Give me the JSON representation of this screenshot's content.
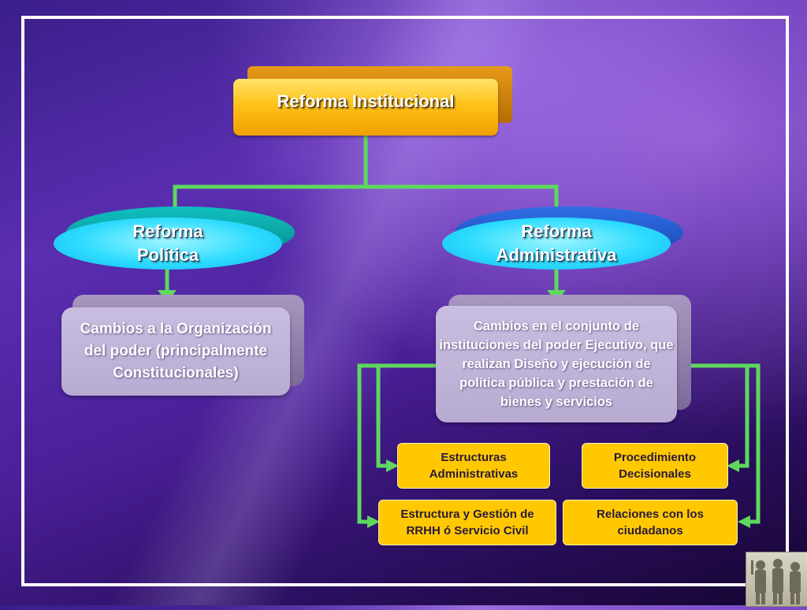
{
  "diagram": {
    "root": {
      "label": "Reforma Institucional"
    },
    "branches": {
      "politica": {
        "label": "Reforma\nPolítica",
        "detail": "Cambios a la Organización del poder (principalmente Constitucionales)"
      },
      "administrativa": {
        "label": "Reforma\nAdministrativa",
        "detail": "Cambios en el conjunto de instituciones del poder Ejecutivo, que realizan Diseño y ejecución de política pública y prestación de bienes y servicios"
      }
    },
    "components": {
      "estructuras": "Estructuras Administrativas",
      "procedimiento": "Procedimiento Decisionales",
      "rrhh": "Estructura y Gestión de RRHH ó Servicio Civil",
      "relaciones": "Relaciones con los ciudadanos"
    }
  },
  "colors": {
    "root_fill": "#ffc21a",
    "ellipse_fill": "#2edcff",
    "detail_fill": "#b8abd2",
    "component_fill": "#ffc800",
    "connector": "#5ed85e",
    "frame": "#ffffff"
  },
  "icons": {
    "corner_thumbnail": "soldiers-photo-icon"
  }
}
